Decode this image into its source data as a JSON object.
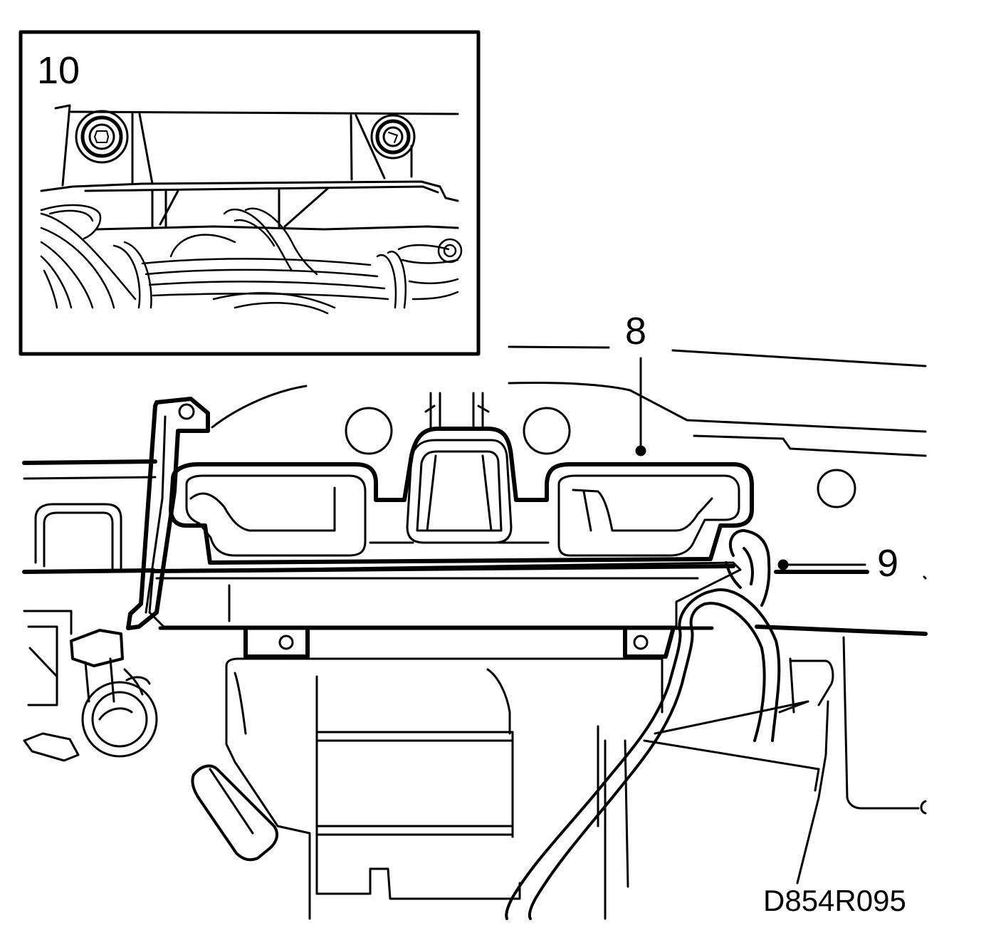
{
  "diagram": {
    "callouts": {
      "inset": "10",
      "part_a": "8",
      "part_b": "9"
    },
    "figure_id": "D854R095",
    "line_color": "#000000",
    "background": "#ffffff"
  }
}
